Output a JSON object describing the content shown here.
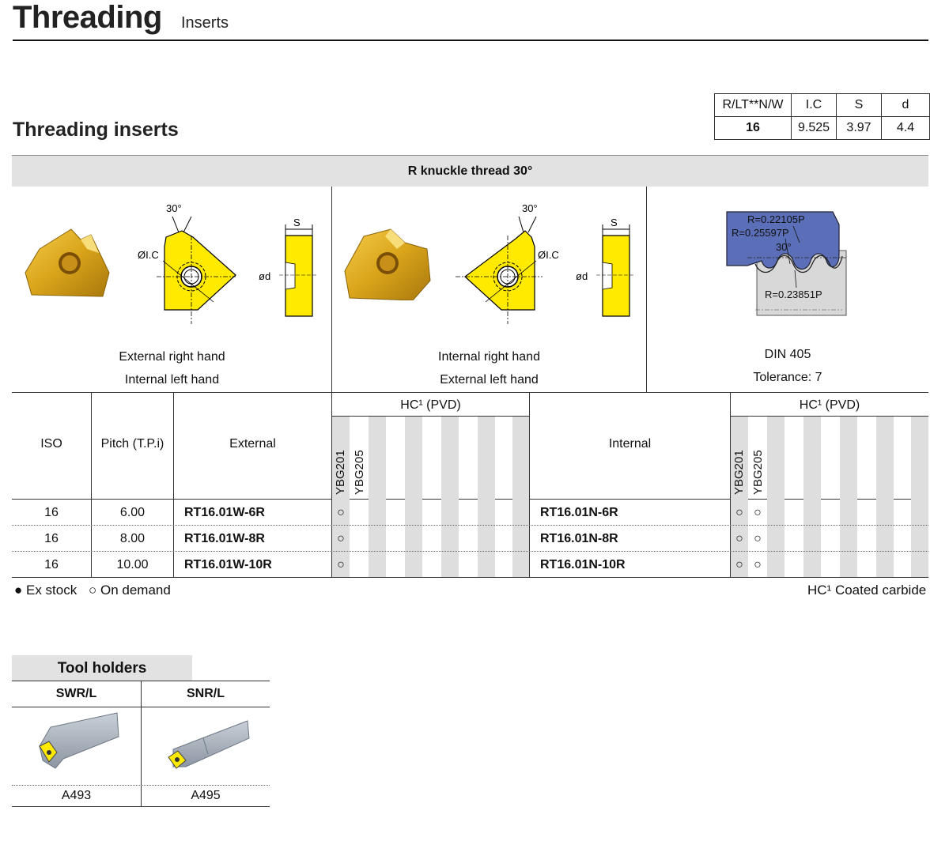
{
  "header": {
    "title": "Threading",
    "subtitle": "Inserts"
  },
  "section_title": "Threading inserts",
  "spec_table": {
    "headers": [
      "R/LT**N/W",
      "I.C",
      "S",
      "d"
    ],
    "values": [
      "16",
      "9.525",
      "3.97",
      "4.4"
    ]
  },
  "band_title": "R knuckle thread 30°",
  "panels": {
    "external": {
      "line1": "External right hand",
      "line2": "Internal left hand",
      "angle": "30°",
      "ic_label": "ØI.C",
      "s_label": "S",
      "d_label": "ød"
    },
    "internal": {
      "line1": "Internal right hand",
      "line2": "External left hand",
      "angle": "30°",
      "ic_label": "ØI.C",
      "s_label": "S",
      "d_label": "ød"
    },
    "profile": {
      "line1": "DIN 405",
      "line2": "Tolerance: 7",
      "r1": "R=0.22105P",
      "r2": "R=0.25597P",
      "angle": "30°",
      "r3": "R=0.23851P"
    }
  },
  "table": {
    "headers": {
      "iso": "ISO",
      "pitch": "Pitch (T.P.i)",
      "external": "External",
      "internal": "Internal",
      "group": "HC¹ (PVD)"
    },
    "grades": [
      "YBG201",
      "YBG205"
    ],
    "rows": [
      {
        "iso": "16",
        "pitch": "6.00",
        "external": "RT16.01W-6R",
        "internal": "RT16.01N-6R",
        "ext_marks": [
          "○",
          ""
        ],
        "int_marks": [
          "○",
          "○"
        ]
      },
      {
        "iso": "16",
        "pitch": "8.00",
        "external": "RT16.01W-8R",
        "internal": "RT16.01N-8R",
        "ext_marks": [
          "○",
          ""
        ],
        "int_marks": [
          "○",
          "○"
        ]
      },
      {
        "iso": "16",
        "pitch": "10.00",
        "external": "RT16.01W-10R",
        "internal": "RT16.01N-10R",
        "ext_marks": [
          "○",
          ""
        ],
        "int_marks": [
          "○",
          "○"
        ]
      }
    ]
  },
  "legend": {
    "ex_stock": "● Ex stock",
    "on_demand": "○ On demand",
    "coated": "HC¹ Coated carbide"
  },
  "tool_holders": {
    "title": "Tool holders",
    "items": [
      {
        "name": "SWR/L",
        "page": "A493"
      },
      {
        "name": "SNR/L",
        "page": "A495"
      }
    ]
  },
  "colors": {
    "insert_gold": "#d9a41a",
    "insert_yellow": "#ffea00",
    "band_gray": "#e2e2e2",
    "profile_blue": "#5b6fb8"
  }
}
